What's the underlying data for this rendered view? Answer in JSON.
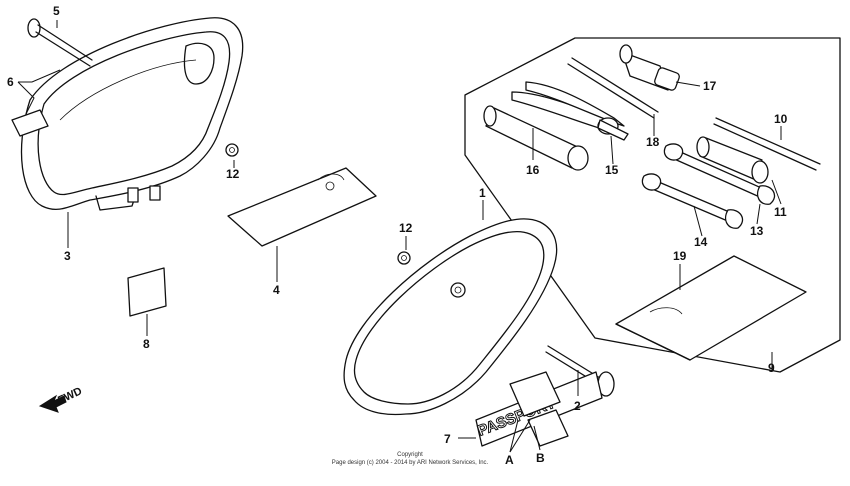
{
  "callouts": {
    "c1": "1",
    "c2": "2",
    "c3": "3",
    "c4": "4",
    "c5": "5",
    "c6": "6",
    "c7": "7",
    "c8": "8",
    "c9": "9",
    "c10": "10",
    "c11": "11",
    "c12a": "12",
    "c12b": "12",
    "c13": "13",
    "c14": "14",
    "c15": "15",
    "c16": "16",
    "c17": "17",
    "c18": "18",
    "c19": "19",
    "cA": "A",
    "cB": "B"
  },
  "fwd_label": "FWD",
  "emblem_text": "PASSPORT",
  "copyright": {
    "line1": "Copyright",
    "line2": "Page design (c) 2004 - 2014 by ARI Network Services, Inc."
  }
}
